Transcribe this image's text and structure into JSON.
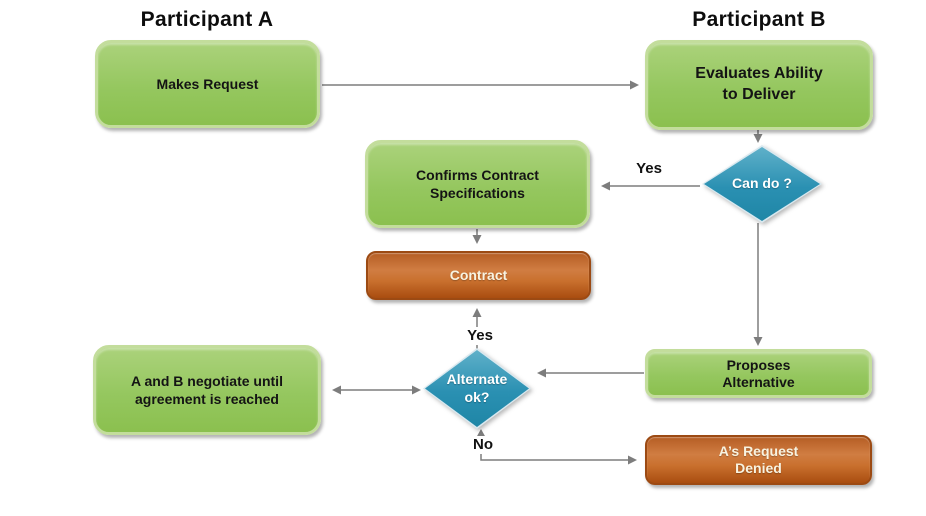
{
  "titles": {
    "participant_a": "Participant A",
    "participant_b": "Participant B"
  },
  "nodes": {
    "makes_request": {
      "label": "Makes Request",
      "type": "process"
    },
    "evaluates": {
      "label": "Evaluates Ability\nto Deliver",
      "type": "process"
    },
    "can_do": {
      "label": "Can do ?",
      "type": "decision"
    },
    "confirms": {
      "label": "Confirms Contract\nSpecifications",
      "type": "process"
    },
    "contract": {
      "label": "Contract",
      "type": "outcome"
    },
    "proposes": {
      "label": "Proposes\nAlternative",
      "type": "process"
    },
    "negotiate": {
      "label": "A and B negotiate until\nagreement is reached",
      "type": "process"
    },
    "denied": {
      "label": "A’s Request\nDenied",
      "type": "outcome"
    }
  },
  "edge_labels": {
    "can_do_yes": "Yes",
    "alternate_yes": "Yes",
    "alternate_no": "No"
  },
  "colors": {
    "green_rim": "#c3dd9c",
    "green_top": "#abd27b",
    "green_mid": "#95c75f",
    "green_bottom": "#8bc04f",
    "orange_border": "#9c4a13",
    "orange_top": "#b55d24",
    "orange_light": "#d07d42",
    "orange_mid": "#c9702e",
    "orange_bottom": "#a94d10",
    "diamond_rim": "#d9e8ef",
    "teal_top": "#5fb0c9",
    "teal_mid": "#2a90b2",
    "teal_bottom": "#1f86a6",
    "connector": "#7d7d7d"
  }
}
